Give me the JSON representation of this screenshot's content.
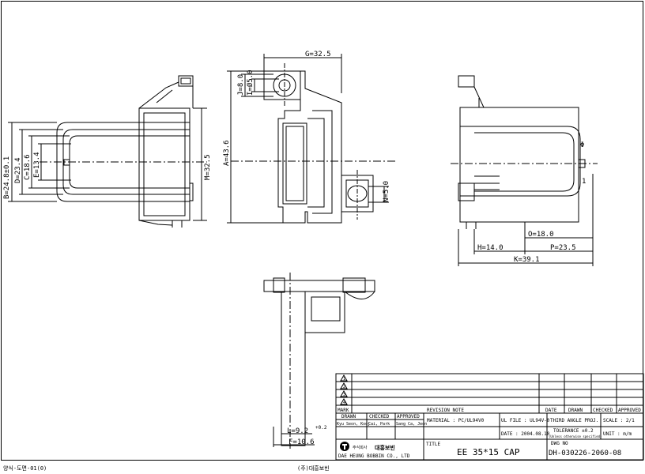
{
  "views": {
    "left": {
      "dims": [
        "B=24.8±0.1",
        "D=23.4",
        "C=18.6",
        "E=13.4",
        "M=32.5"
      ]
    },
    "front": {
      "dims": [
        "G=32.5",
        "A=43.6",
        "J=8.0",
        "I=Ø5.0",
        "N=5.0"
      ]
    },
    "right": {
      "dims": [
        "O=18.0",
        "H=14.0",
        "P=23.5",
        "K=39.1"
      ],
      "marks": [
        "Φ",
        "1"
      ]
    },
    "bottom": {
      "dims": [
        "L=9.2",
        "+0.2",
        "F=10.6"
      ]
    }
  },
  "title_block": {
    "rev_header": {
      "mark": "MARK",
      "note": "REVISION NOTE",
      "date": "DATE",
      "drawn": "DRAWN",
      "checked": "CHECKED",
      "approved": "APPROVED"
    },
    "rev_triangles": [
      "1",
      "2",
      "3",
      "4"
    ],
    "drawn_label": "DRAWN",
    "checked_label": "CHECKED",
    "approved_label": "APPROVED",
    "drawn_name": "Kyu Seon, Kooj",
    "checked_name": "Cai, Park",
    "approved_name": "Sang Ca, Jeon",
    "material": "MATERIAL : PC/UL94V0",
    "ul_file": "UL FILE : UL94V-0",
    "date": "DATE : 2004.08.10",
    "third_angle": "THIRD ANGLE PROJ.",
    "scale": "SCALE : 2/1",
    "tolerance": "TOLERANCE ±0.2",
    "tolerance_note": "(Unless otherwise specified)",
    "unit": "UNIT : m/m",
    "company_kr": "대흥보빈",
    "company_prefix": "주식회사",
    "company_en": "DAE HEUNG BOBBIN CO., LTD",
    "title_label": "TITLE",
    "title": "EE 35*15 CAP",
    "dwg_label": "DWG NO",
    "dwg_no": "DH-030226-2060-08"
  },
  "footer": {
    "left": "양식-도면-01(0)",
    "center": "(주)대흥보빈"
  }
}
